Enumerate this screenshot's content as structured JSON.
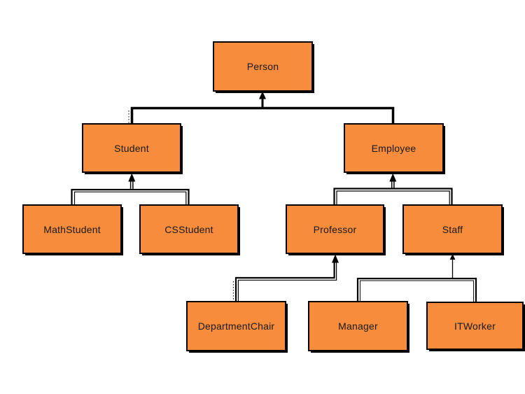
{
  "diagram": {
    "kind": "class-inheritance-hierarchy",
    "nodes": [
      {
        "id": "person",
        "label": "Person"
      },
      {
        "id": "student",
        "label": "Student"
      },
      {
        "id": "employee",
        "label": "Employee"
      },
      {
        "id": "mathstudent",
        "label": "MathStudent"
      },
      {
        "id": "csstudent",
        "label": "CSStudent"
      },
      {
        "id": "professor",
        "label": "Professor"
      },
      {
        "id": "staff",
        "label": "Staff"
      },
      {
        "id": "departmentchair",
        "label": "DepartmentChair"
      },
      {
        "id": "manager",
        "label": "Manager"
      },
      {
        "id": "itworker",
        "label": "ITWorker"
      }
    ],
    "edges": [
      {
        "from": "student",
        "to": "person"
      },
      {
        "from": "employee",
        "to": "person"
      },
      {
        "from": "mathstudent",
        "to": "student"
      },
      {
        "from": "csstudent",
        "to": "student"
      },
      {
        "from": "professor",
        "to": "employee"
      },
      {
        "from": "staff",
        "to": "employee"
      },
      {
        "from": "departmentchair",
        "to": "professor"
      },
      {
        "from": "manager",
        "to": "staff"
      },
      {
        "from": "itworker",
        "to": "staff"
      }
    ],
    "colors": {
      "node_fill": "#F78C3C",
      "node_border": "#000000",
      "edge_line": "#000000",
      "background": "#FFFFFF",
      "text": "#1A1A1A"
    }
  }
}
